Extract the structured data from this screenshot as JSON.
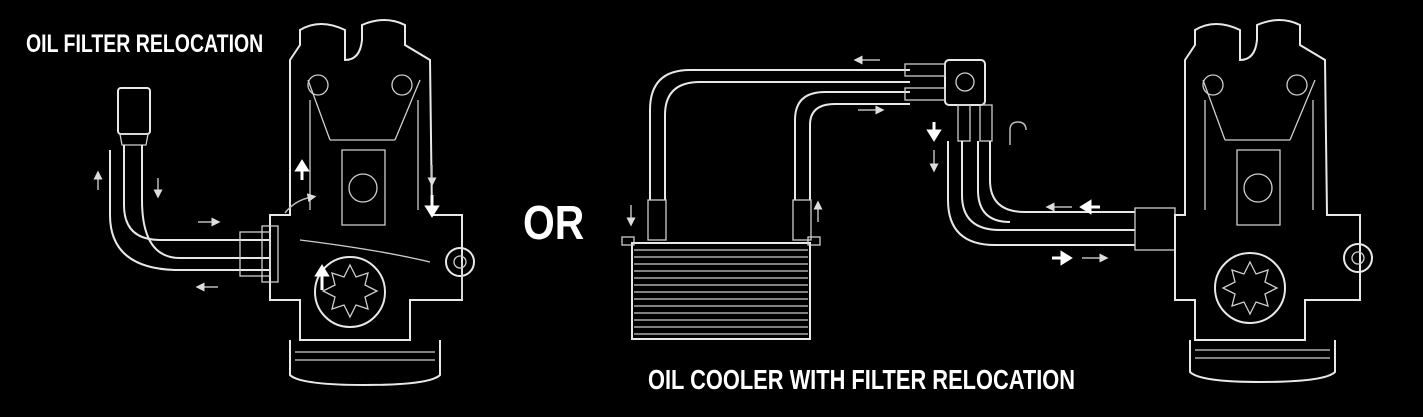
{
  "labels": {
    "left_title": "OIL FILTER RELOCATION",
    "separator": "OR",
    "right_title": "OIL COOLER WITH FILTER RELOCATION"
  },
  "colors": {
    "background": "#000000",
    "line": "#e8e8e8",
    "text": "#ffffff"
  }
}
